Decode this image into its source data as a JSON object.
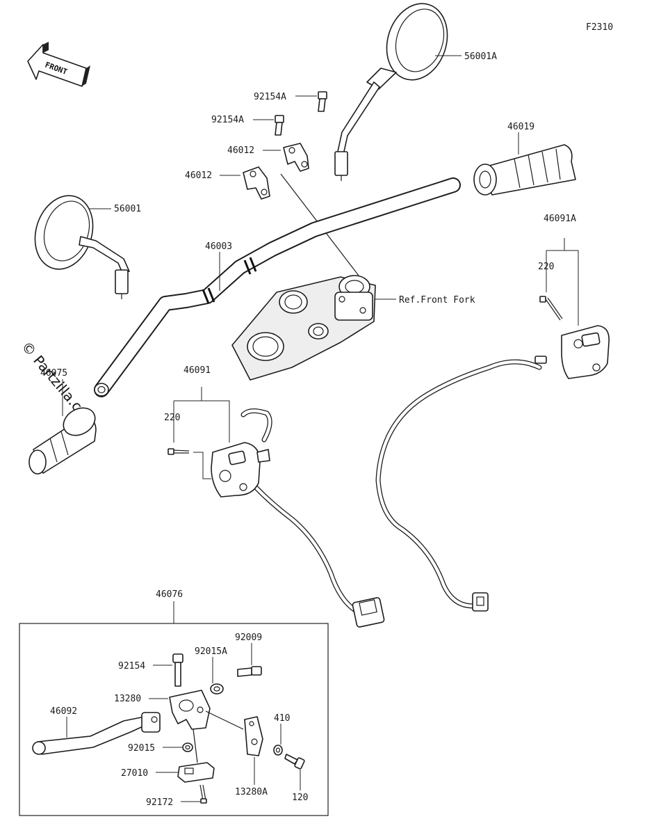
{
  "diagram_id": "F2310",
  "front_label": "FRONT",
  "watermark": "© Partzilla.com",
  "labels": {
    "p56001A": "56001A",
    "p56001": "56001",
    "p92154A_1": "92154A",
    "p92154A_2": "92154A",
    "p46012_1": "46012",
    "p46012_2": "46012",
    "p46019": "46019",
    "p46091A": "46091A",
    "p220_right": "220",
    "p46003": "46003",
    "ref_front_fork": "Ref.Front Fork",
    "p46075": "46075",
    "p46091": "46091",
    "p220_left": "220",
    "p46076": "46076",
    "p92009": "92009",
    "p92015A": "92015A",
    "p92154": "92154",
    "p13280": "13280",
    "p410": "410",
    "p46092": "46092",
    "p92015": "92015",
    "p27010": "27010",
    "p13280A": "13280A",
    "p120": "120",
    "p92172": "92172"
  }
}
